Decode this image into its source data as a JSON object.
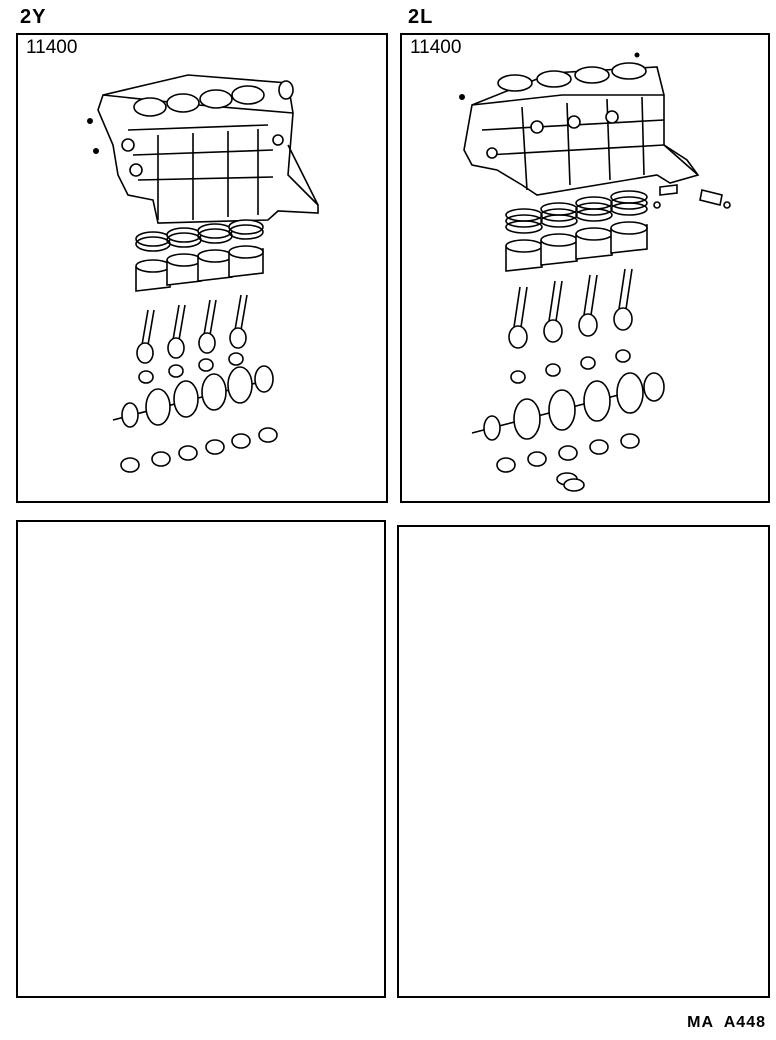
{
  "panels": [
    {
      "engine": "2Y",
      "part_number": "11400"
    },
    {
      "engine": "2L",
      "part_number": "11400"
    }
  ],
  "empty_panels": [
    "",
    ""
  ],
  "footer": {
    "code": "MA  A448"
  }
}
